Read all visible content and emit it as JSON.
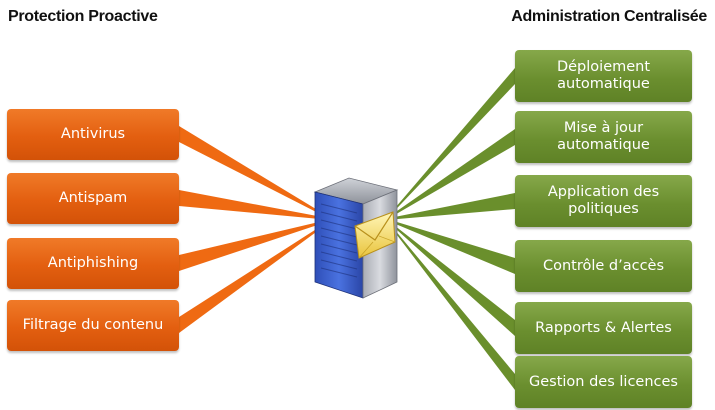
{
  "headings": {
    "left": "Protection Proactive",
    "right": "Administration Centralisée"
  },
  "left_items": [
    {
      "label": "Antivirus"
    },
    {
      "label": "Antispam"
    },
    {
      "label": "Antiphishing"
    },
    {
      "label": "Filtrage du contenu"
    }
  ],
  "right_items": [
    {
      "label": "Déploiement automatique"
    },
    {
      "label": "Mise à jour automatique"
    },
    {
      "label": "Application des politiques"
    },
    {
      "label": "Contrôle d’accès"
    },
    {
      "label": "Rapports & Alertes"
    },
    {
      "label": "Gestion des licences"
    }
  ],
  "colors": {
    "left_boxes": "#e35f10",
    "right_boxes": "#6b8f2f",
    "left_connectors": "#ef6a12",
    "right_connectors": "#6a8f2c"
  },
  "icons": {
    "center": "mail-server-icon",
    "envelope": "envelope-icon"
  }
}
